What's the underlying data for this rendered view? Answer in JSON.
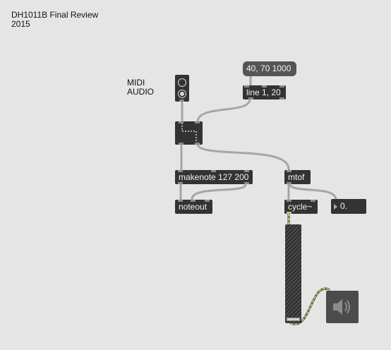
{
  "patch": {
    "title_line1": "DH1011B Final Review",
    "title_line2": "2015"
  },
  "radio_labels": {
    "midi": "MIDI",
    "audio": "AUDIO"
  },
  "radio_selected": "AUDIO",
  "objects": {
    "message": "40, 70 1000",
    "line": "line 1, 20",
    "makenote": "makenote 127 200",
    "mtof": "mtof",
    "noteout": "noteout",
    "cycle": "cycle~",
    "number_value": "0."
  },
  "gain_level": 0.0,
  "icons": {
    "dac": "speaker-icon",
    "number": "triangle-icon"
  },
  "colors": {
    "canvas": "#e5e5e5",
    "object": "#333333",
    "message": "#555555",
    "cord": "#a6a6a6",
    "signal_cord": "#b7c96a"
  }
}
